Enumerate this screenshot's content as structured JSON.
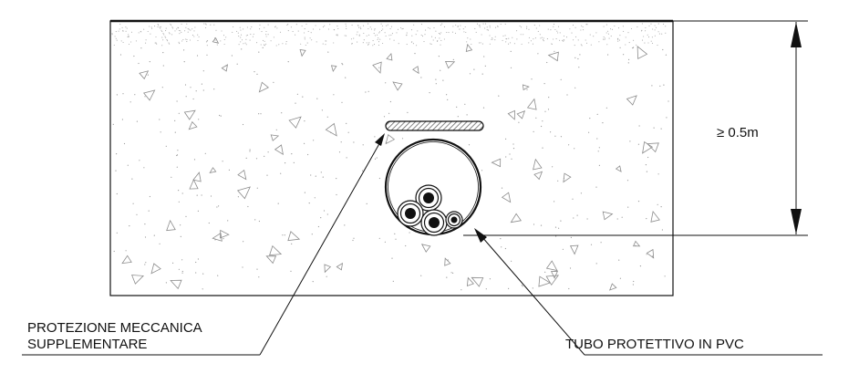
{
  "labels": {
    "protection_line1": "PROTEZIONE MECCANICA",
    "protection_line2": "SUPPLEMENTARE",
    "pipe": "TUBO PROTETTIVO IN PVC",
    "depth": "≥ 0.5m"
  },
  "colors": {
    "line": "#111111",
    "speckle": "#9a9a9a",
    "hatch": "#8a8a8a"
  }
}
